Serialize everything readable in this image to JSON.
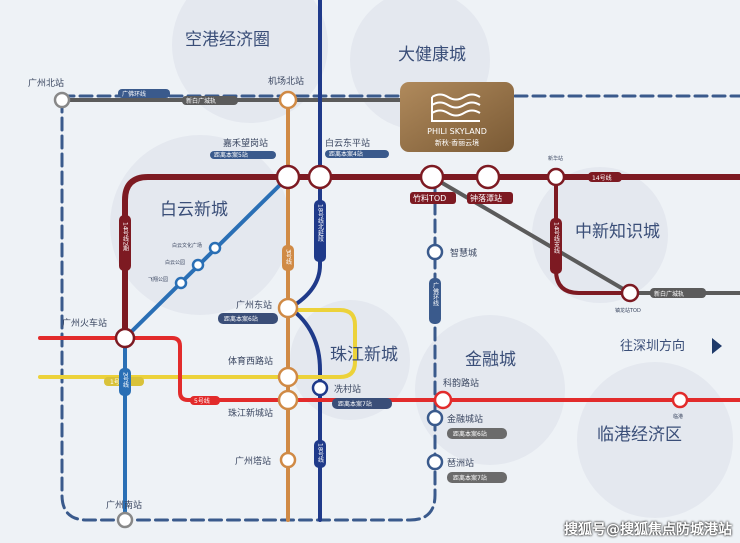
{
  "regions": [
    "空港经济圈",
    "大健康城",
    "白云新城",
    "中新知识城",
    "珠江新城",
    "金融城",
    "临港经济区"
  ],
  "logo": {
    "en": "PHILI SKYLAND",
    "cn": "新秋·香丽云境"
  },
  "stations": {
    "gz_north": "广州北站",
    "airport_north": "机场北站",
    "jiahe": "嘉禾望岗站",
    "jiahe_note": "距离本案5站",
    "baiyun_dongping": "白云东平站",
    "dongping_note": "距离本案4站",
    "zhuliao": "竹料TOD",
    "zhongluotan": "钟落潭站",
    "xinhua": "新华站",
    "zhihuicheng": "智慧城",
    "zhenlong": "镇龙站TOD",
    "baiyun_culture": "白云文化广场",
    "baiyun_park": "白云公园",
    "feixiang": "飞翔公园",
    "gz_railway": "广州火车站",
    "gz_east": "广州东站",
    "east_note": "距离本案6站",
    "tiyu_xilu": "体育西路站",
    "zhujiang_newtown": "珠江新城站",
    "xiancun": "冼村站",
    "xiancun_note": "距离本案7站",
    "canton_tower": "广州塔站",
    "gz_south": "广州南站",
    "keyun": "科韵路站",
    "jinrongcheng": "金融城站",
    "jrc_note": "距离本案6站",
    "pazhou": "琶洲站",
    "pazhou_note": "距离本案7站",
    "lingang": "临港"
  },
  "lines": {
    "loop": "广佛环线",
    "xinbai": "新白广城轨",
    "xinbai2": "新白广城轨",
    "l14": "14号线",
    "l14_2": "14号线2期",
    "l14_branch": "14号线支线",
    "l18n": "18号线北延段",
    "l3": "3号线",
    "l2": "2号线",
    "l1": "1号线",
    "l5": "5号线",
    "l18": "18号线",
    "loop2": "广佛环线"
  },
  "direction": "往深圳方向",
  "watermark": "搜狐号@搜狐焦点防城港站",
  "colors": {
    "l14": "#7d1a22",
    "l3": "#d08a45",
    "l18": "#1f3a8a",
    "l2": "#2a6fb5",
    "l1": "#ecd23a",
    "l5": "#e22b2b",
    "xinbai": "#5b5b5b",
    "loop": "#3a5a8c"
  }
}
